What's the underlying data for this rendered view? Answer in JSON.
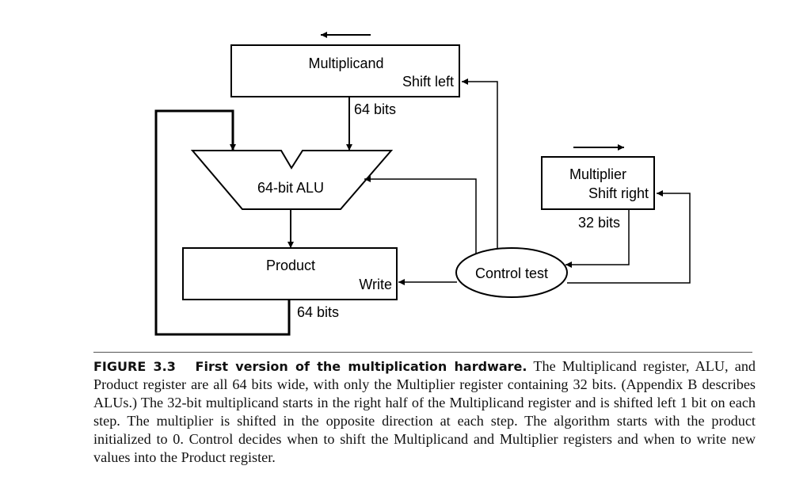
{
  "diagram": {
    "multiplicand": {
      "name": "Multiplicand",
      "action": "Shift left"
    },
    "multiplier": {
      "name": "Multiplier",
      "action": "Shift right"
    },
    "alu": {
      "label": "64-bit ALU"
    },
    "product": {
      "name": "Product",
      "action": "Write"
    },
    "control": {
      "label": "Control test"
    },
    "widths": {
      "multiplicand_to_alu": "64 bits",
      "multiplier_to_control": "32 bits",
      "product_out": "64 bits"
    }
  },
  "caption": {
    "figure_label": "FIGURE 3.3",
    "title": "First version of the multiplication hardware.",
    "text": "The Multiplicand register, ALU, and Product register are all 64 bits wide, with only the Multiplier register containing 32 bits. (Appendix B describes ALUs.) The 32-bit multiplicand starts in the right half of the Multiplicand register and is shifted left 1 bit on each step. The multiplier is shifted in the opposite direction at each step. The algorithm starts with the product initialized to 0. Control decides when to shift the Multiplicand and Multiplier registers and when to write new values into the Product register."
  }
}
